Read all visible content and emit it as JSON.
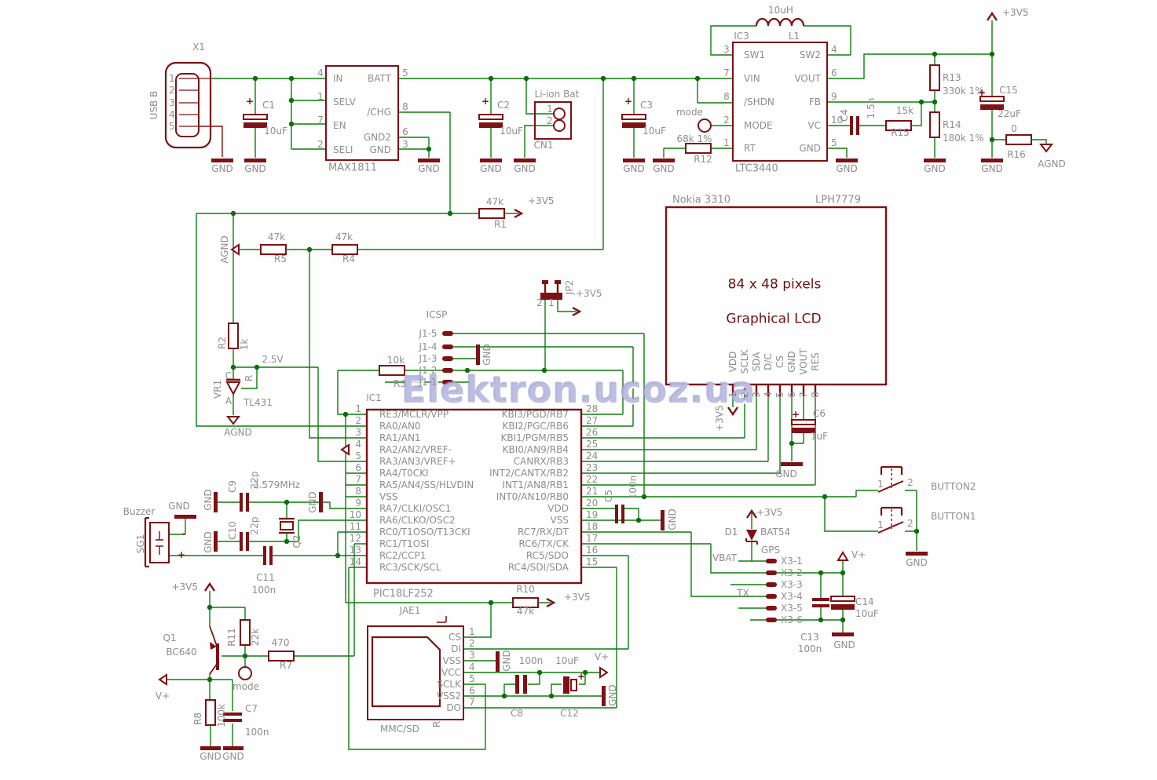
{
  "watermark": "Elektron.ucoz.ua",
  "net": {
    "p3v5": "+3V5",
    "vplus": "V+",
    "gnd": "GND",
    "agnd": "AGND",
    "v25": "2.5V",
    "vbat": "VBAT",
    "tx": "TX",
    "gps": "GPS",
    "mode": "mode",
    "plus": "+",
    "minus": "-",
    "n1": "1",
    "n2": "2"
  },
  "usb": {
    "ref": "X1",
    "type": "USB B",
    "pins": [
      "1",
      "2",
      "3",
      "4",
      "5"
    ]
  },
  "charger": {
    "ref": "MAX1811",
    "left": [
      {
        "n": "4",
        "name": "IN"
      },
      {
        "n": "1",
        "name": "SELV"
      },
      {
        "n": "7",
        "name": "EN"
      },
      {
        "n": "2",
        "name": "SELI"
      }
    ],
    "right": [
      {
        "n": "5",
        "name": "BATT"
      },
      {
        "n": "8",
        "name": "/CHG"
      },
      {
        "n": "6",
        "name": "GND2"
      },
      {
        "n": "3",
        "name": "GND"
      }
    ]
  },
  "battery": {
    "title": "Li-ion Bat",
    "ref": "CN1"
  },
  "boost": {
    "ref": "IC3",
    "part": "LTC3440",
    "ind_ref": "L1",
    "ind_val": "10uH",
    "left": [
      {
        "n": "3",
        "name": "SW1"
      },
      {
        "n": "7",
        "name": "VIN"
      },
      {
        "n": "8",
        "name": "/SHDN"
      },
      {
        "n": "2",
        "name": "MODE"
      },
      {
        "n": "1",
        "name": "RT"
      }
    ],
    "right": [
      {
        "n": "4",
        "name": "SW2"
      },
      {
        "n": "6",
        "name": "VOUT"
      },
      {
        "n": "9",
        "name": "FB"
      },
      {
        "n": "10",
        "name": "VC"
      },
      {
        "n": "5",
        "name": "GND"
      }
    ]
  },
  "mcu": {
    "ref": "IC1",
    "part": "PIC18LF252",
    "left": [
      {
        "n": "1",
        "label": "RE3/MCLR/VPP"
      },
      {
        "n": "2",
        "label": "RA0/AN0"
      },
      {
        "n": "3",
        "label": "RA1/AN1"
      },
      {
        "n": "4",
        "label": "RA2/AN2/VREF-"
      },
      {
        "n": "5",
        "label": "RA3/AN3/VREF+"
      },
      {
        "n": "6",
        "label": "RA4/T0CKI"
      },
      {
        "n": "7",
        "label": "RA5/AN4/SS/HLVDIN"
      },
      {
        "n": "8",
        "label": "VSS"
      },
      {
        "n": "9",
        "label": "RA7/CLKI/OSC1"
      },
      {
        "n": "10",
        "label": "RA6/CLKO/OSC2"
      },
      {
        "n": "11",
        "label": "RC0/T1OSO/T13CKI"
      },
      {
        "n": "12",
        "label": "RC1/T1OSI"
      },
      {
        "n": "13",
        "label": "RC2/CCP1"
      },
      {
        "n": "14",
        "label": "RC3/SCK/SCL"
      }
    ],
    "right": [
      {
        "n": "28",
        "label": "KBI3/PGD/RB7"
      },
      {
        "n": "27",
        "label": "KBI2/PGC/RB6"
      },
      {
        "n": "26",
        "label": "KBI1/PGM/RB5"
      },
      {
        "n": "25",
        "label": "KBI0/AN9/RB4"
      },
      {
        "n": "24",
        "label": "CANRX/RB3"
      },
      {
        "n": "23",
        "label": "INT2/CANTX/RB2"
      },
      {
        "n": "22",
        "label": "INT1/AN8/RB1"
      },
      {
        "n": "21",
        "label": "INT0/AN10/RB0"
      },
      {
        "n": "20",
        "label": "VDD"
      },
      {
        "n": "19",
        "label": "VSS"
      },
      {
        "n": "18",
        "label": "RC7/RX/DT"
      },
      {
        "n": "17",
        "label": "RC6/TX/CK"
      },
      {
        "n": "16",
        "label": "RC5/SDO"
      },
      {
        "n": "15",
        "label": "RC4/SDI/SDA"
      }
    ]
  },
  "lcd": {
    "brand": "Nokia 3310",
    "part": "LPH7779",
    "line1": "84 x 48 pixels",
    "line2": "Graphical LCD",
    "pins": [
      "VDD",
      "SCLK",
      "SDA",
      "D/C",
      "CS",
      "GND",
      "VOUT",
      "RES"
    ],
    "nums": [
      "1",
      "2",
      "3",
      "4",
      "5",
      "6",
      "7",
      "8"
    ]
  },
  "sd": {
    "ref": "JAE1",
    "type": "MMC/SD",
    "r": "R",
    "pins": [
      "CS",
      "DI",
      "VSS",
      "VCC",
      "SCLK",
      "VSS2",
      "DO"
    ],
    "nums": [
      "1",
      "2",
      "3",
      "4",
      "5",
      "6",
      "7"
    ]
  },
  "icsp": {
    "title": "ICSP",
    "jp2": "JP2",
    "pins": [
      "J1-5",
      "J1-4",
      "J1-3",
      "J1-2",
      "J1-1"
    ]
  },
  "gpsconn": {
    "pins": [
      "X3-1",
      "X3-2",
      "X3-3",
      "X3-4",
      "X3-5",
      "X3-6"
    ]
  },
  "buzzer": {
    "title": "Buzzer",
    "ref": "SG1"
  },
  "xtal": {
    "ref": "Q2",
    "val": "3.579MHz"
  },
  "trans": {
    "ref": "Q1",
    "part": "BC640"
  },
  "diode": {
    "ref": "D1",
    "part": "BAT54"
  },
  "vref": {
    "ref": "VR1",
    "part": "TL431",
    "c": "C",
    "a": "A",
    "r": "R"
  },
  "buttons": {
    "b1": "BUTTON1",
    "b2": "BUTTON2"
  },
  "res": {
    "r1": {
      "ref": "R1",
      "val": "47k"
    },
    "r2": {
      "ref": "R2",
      "val": "1k"
    },
    "r3": {
      "ref": "R3",
      "val": "10k"
    },
    "r4": {
      "ref": "R4",
      "val": "47k"
    },
    "r5": {
      "ref": "R5",
      "val": "47k"
    },
    "r7": {
      "ref": "R7",
      "val": "470"
    },
    "r8": {
      "ref": "R8",
      "val": "100k"
    },
    "r10": {
      "ref": "R10",
      "val": "47k"
    },
    "r11": {
      "ref": "R11",
      "val": "22k"
    },
    "r12": {
      "ref": "R12",
      "val": "68k 1%"
    },
    "r13": {
      "ref": "R13",
      "val": "330k 1%"
    },
    "r14": {
      "ref": "R14",
      "val": "180k 1%"
    },
    "r15": {
      "ref": "R15",
      "val": "15k"
    },
    "r16": {
      "ref": "R16",
      "val": "0"
    }
  },
  "cap": {
    "c1": {
      "ref": "C1",
      "val": "10uF"
    },
    "c2": {
      "ref": "C2",
      "val": "10uF"
    },
    "c3": {
      "ref": "C3",
      "val": "10uF"
    },
    "c4": {
      "ref": "C4",
      "val": "1.5n"
    },
    "c5": {
      "ref": "C5",
      "val": "100n"
    },
    "c6": {
      "ref": "C6",
      "val": "1uF"
    },
    "c7": {
      "ref": "C7",
      "val": "100n"
    },
    "c8": {
      "ref": "C8",
      "val": "100n"
    },
    "c9": {
      "ref": "C9",
      "val": "22p"
    },
    "c10": {
      "ref": "C10",
      "val": "22p"
    },
    "c11": {
      "ref": "C11",
      "val": "100n"
    },
    "c12": {
      "ref": "C12",
      "val": "10uF"
    },
    "c13": {
      "ref": "C13",
      "val": "100n"
    },
    "c14": {
      "ref": "C14",
      "val": "10uF"
    },
    "c15": {
      "ref": "C15",
      "val": "22uF"
    }
  },
  "colors": {
    "wire": "#0e7d0e",
    "junction": "#0c6e0c",
    "component": "#7d1113",
    "label": "#8e8e8e",
    "watermark": "#b2b4dd",
    "background": "#fefefe"
  }
}
